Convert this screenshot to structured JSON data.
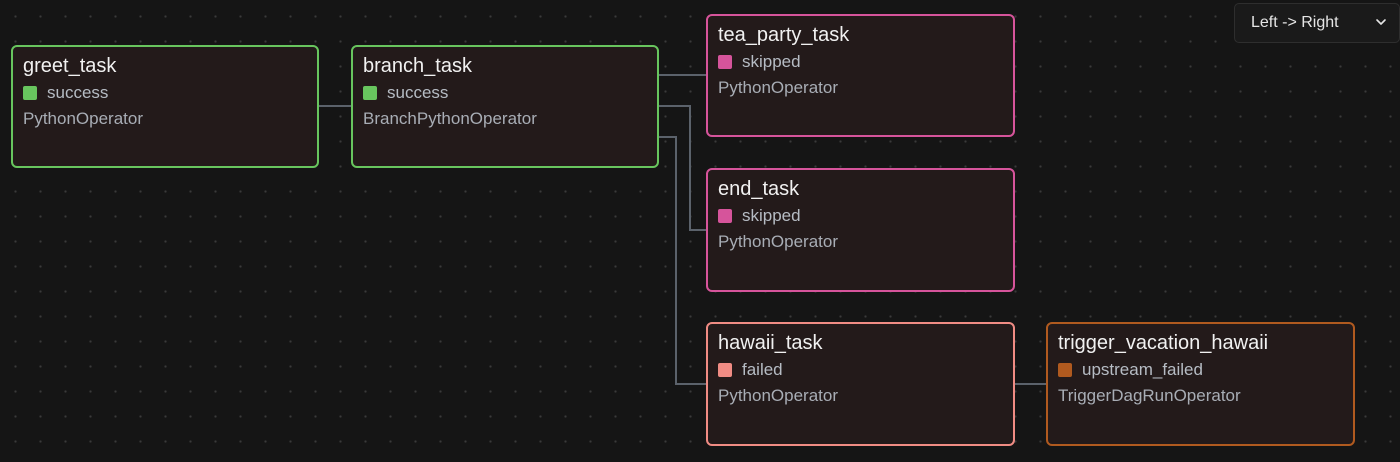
{
  "layout_direction": {
    "selected": "Left -> Right"
  },
  "status_colors": {
    "success": "#68c55e",
    "skipped": "#d6549b",
    "failed": "#f08c84",
    "upstream_failed": "#b05a1f"
  },
  "nodes": {
    "greet_task": {
      "name": "greet_task",
      "status": "success",
      "operator": "PythonOperator"
    },
    "branch_task": {
      "name": "branch_task",
      "status": "success",
      "operator": "BranchPythonOperator"
    },
    "tea_party_task": {
      "name": "tea_party_task",
      "status": "skipped",
      "operator": "PythonOperator"
    },
    "end_task": {
      "name": "end_task",
      "status": "skipped",
      "operator": "PythonOperator"
    },
    "hawaii_task": {
      "name": "hawaii_task",
      "status": "failed",
      "operator": "PythonOperator"
    },
    "trigger_vacation_hawaii": {
      "name": "trigger_vacation_hawaii",
      "status": "upstream_failed",
      "operator": "TriggerDagRunOperator"
    }
  },
  "edges": [
    {
      "from": "greet_task",
      "to": "branch_task"
    },
    {
      "from": "branch_task",
      "to": "tea_party_task"
    },
    {
      "from": "branch_task",
      "to": "end_task"
    },
    {
      "from": "branch_task",
      "to": "hawaii_task"
    },
    {
      "from": "hawaii_task",
      "to": "trigger_vacation_hawaii"
    }
  ]
}
